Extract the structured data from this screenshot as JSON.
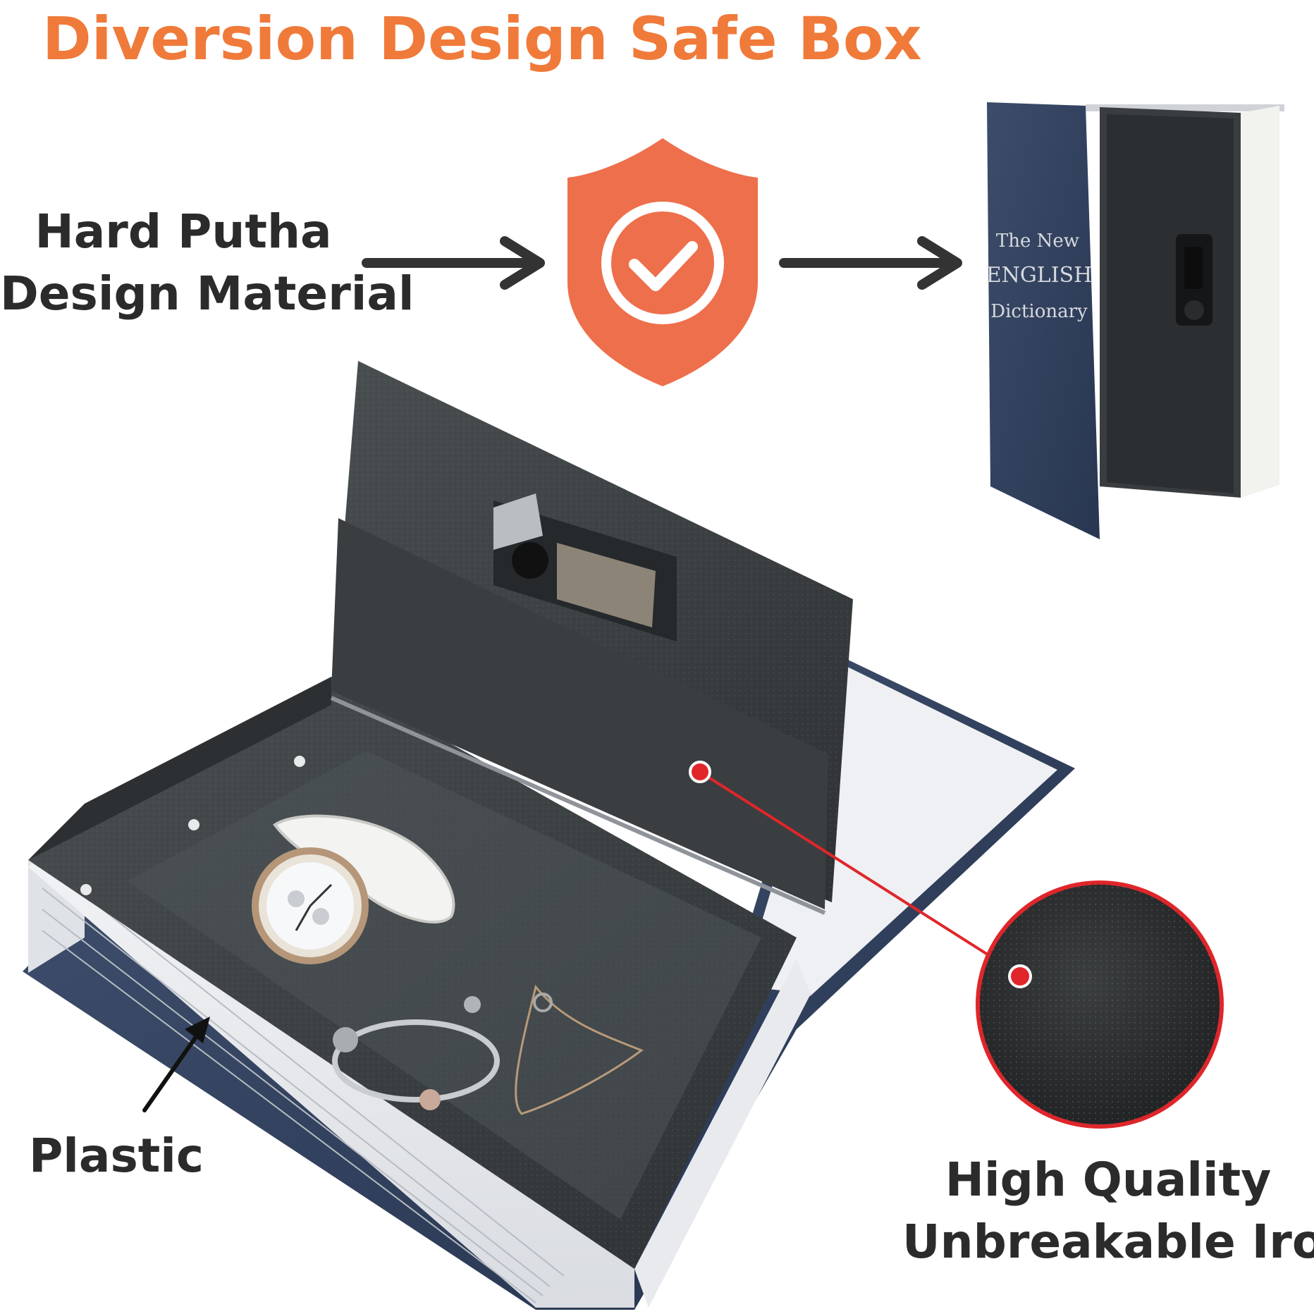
{
  "title": "Diversion Design Safe Box",
  "colors": {
    "accent": "#F07A3A",
    "shield": "#EE6F4B",
    "text": "#2b2b2b",
    "cover_blue": "#33435F",
    "steel": "#3B3F42",
    "callout_red": "#E0262A"
  },
  "labels": {
    "material_line1": "Hard Putha",
    "material_line2": "Design Material",
    "plastic": "Plastic",
    "iron_line1": "High Quality",
    "iron_line2": "Unbreakable Iron"
  },
  "book_cover": {
    "line1": "The New",
    "line2": "ENGLISH",
    "line3": "Dictionary"
  },
  "icons": [
    "shield-check-icon",
    "arrow-right-icon",
    "combination-lock-icon"
  ]
}
